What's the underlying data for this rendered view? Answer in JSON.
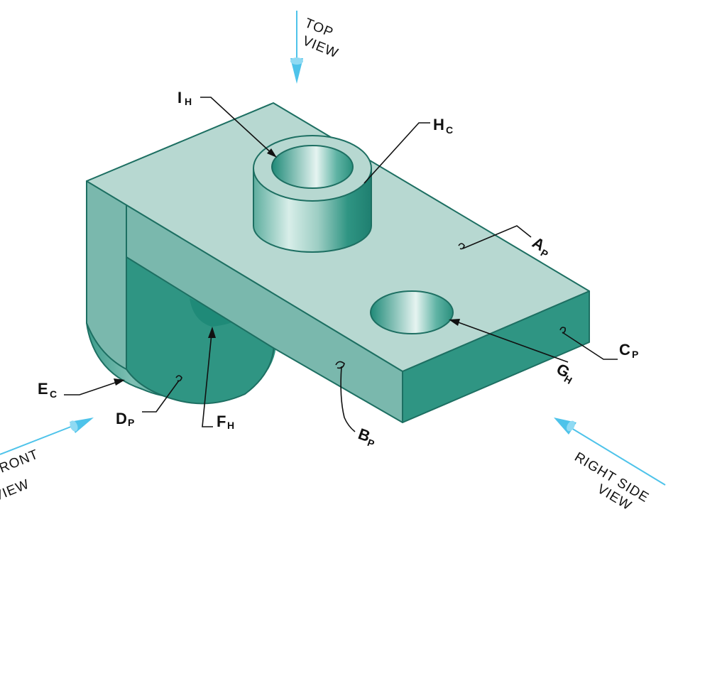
{
  "colors": {
    "top_face": "#b7d8d1",
    "front_face": "#2f9583",
    "side_face": "#7ab8ad",
    "hole_dark": "#1f8a78",
    "view_arrow": "#4ec3ea",
    "label_text": "#111111"
  },
  "view_labels": {
    "top": [
      "TOP",
      "VIEW"
    ],
    "front": [
      "RONT",
      "VIEW"
    ],
    "right": [
      "RIGHT SIDE",
      "VIEW"
    ]
  },
  "surface_labels": {
    "I": {
      "letter": "I",
      "sub": "H"
    },
    "H": {
      "letter": "H",
      "sub": "C"
    },
    "A": {
      "letter": "A",
      "sub": "P"
    },
    "C": {
      "letter": "C",
      "sub": "P"
    },
    "G": {
      "letter": "G",
      "sub": "H"
    },
    "B": {
      "letter": "B",
      "sub": "P"
    },
    "F": {
      "letter": "F",
      "sub": "H"
    },
    "D": {
      "letter": "D",
      "sub": "P"
    },
    "E": {
      "letter": "E",
      "sub": "C"
    }
  }
}
